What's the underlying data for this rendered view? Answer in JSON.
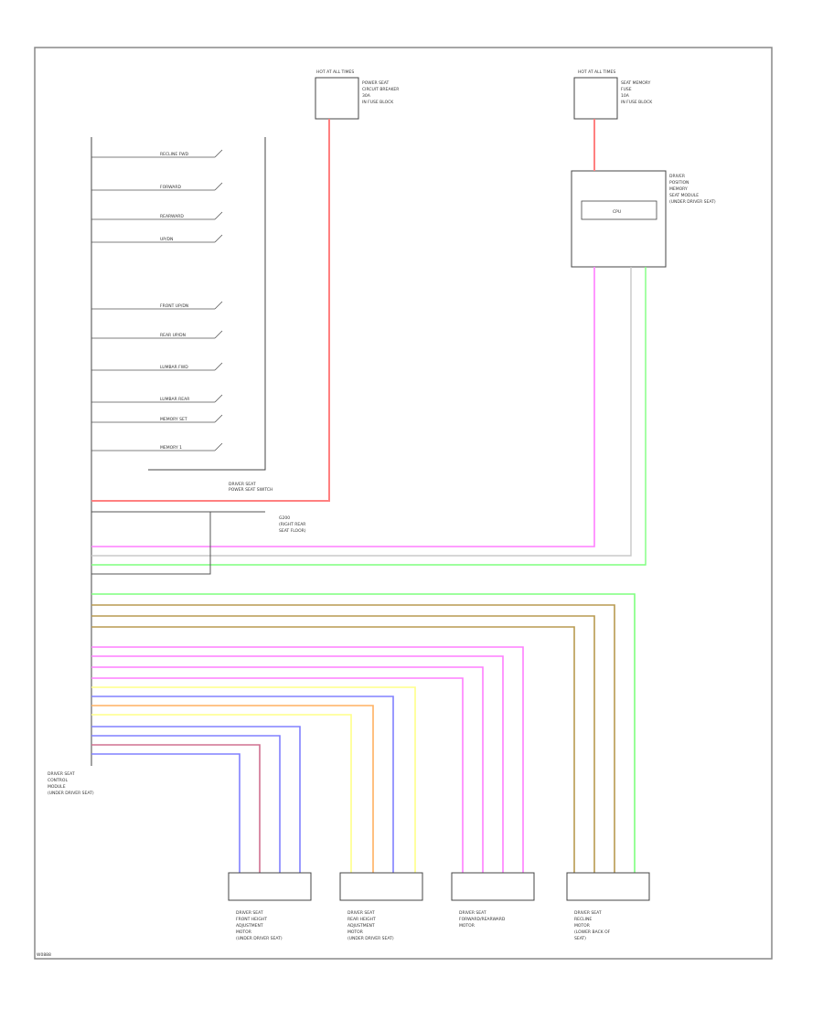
{
  "diagram": {
    "title": "",
    "fuse_box_1": {
      "header": "HOT AT ALL TIMES",
      "lines": [
        "POWER SEAT",
        "CIRCUIT BREAKER",
        "30A",
        "IN FUSE BLOCK"
      ]
    },
    "fuse_box_2": {
      "header": "HOT AT ALL TIMES",
      "lines": [
        "SEAT MEMORY",
        "FUSE",
        "10A",
        "IN FUSE BLOCK"
      ]
    },
    "control_module": {
      "label_lines": [
        "DRIVER",
        "POSITION",
        "MEMORY",
        "SEAT MODULE",
        "(UNDER DRIVER SEAT)"
      ],
      "inner_label": "CPU"
    },
    "switch_block_caption": [
      "DRIVER SEAT",
      "POWER SEAT SWITCH"
    ],
    "switch_rows": [
      "RECLINE FWD",
      "FORWARD",
      "REARWARD",
      "UP/DN",
      "FRONT UP/DN",
      "REAR UP/DN",
      "LUMBAR FWD",
      "LUMBAR REAR",
      "MEMORY SET",
      "MEMORY 1"
    ],
    "ground_label": [
      "G200",
      "(RIGHT REAR",
      "SEAT FLOOR)"
    ],
    "module_caption": [
      "DRIVER SEAT",
      "CONTROL",
      "MODULE",
      "(UNDER DRIVER SEAT)"
    ],
    "connector_labels": [
      {
        "lines": [
          "DRIVER SEAT",
          "FRONT HEIGHT",
          "ADJUSTMENT",
          "MOTOR",
          "(UNDER DRIVER SEAT)"
        ]
      },
      {
        "lines": [
          "DRIVER SEAT",
          "REAR HEIGHT",
          "ADJUSTMENT",
          "MOTOR",
          "(UNDER DRIVER SEAT)"
        ]
      },
      {
        "lines": [
          "DRIVER SEAT",
          "FORWARD/REARWARD",
          "MOTOR"
        ]
      },
      {
        "lines": [
          "DRIVER SEAT",
          "RECLINE",
          "MOTOR",
          "(LOWER BACK OF",
          "SEAT)"
        ]
      }
    ],
    "footer_code": "W0888"
  },
  "wire_colors": {
    "red": "#ff8080",
    "pink": "#ff7fff",
    "green": "#7fff7f",
    "olive": "#b89a50",
    "yellow": "#ffff88",
    "orange": "#ffb060",
    "blue": "#8080ff",
    "purple": "#d07090",
    "grey": "#c8c8c8"
  }
}
